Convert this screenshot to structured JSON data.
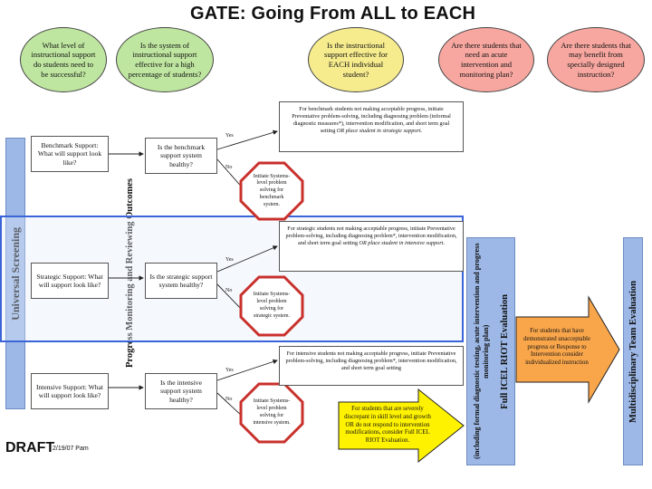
{
  "title": "GATE: Going From ALL to EACH",
  "questions": [
    {
      "text": "What level of instructional support do students need to be successful?",
      "color": "green"
    },
    {
      "text": "Is the system of instructional support effective for a high percentage of students?",
      "color": "green"
    },
    {
      "text": "Is the instructional support effective for EACH individual student?",
      "color": "yellow"
    },
    {
      "text": "Are there students that need an acute intervention and monitoring plan?",
      "color": "pink"
    },
    {
      "text": "Are there students that may benefit from specially designed instruction?",
      "color": "pink"
    }
  ],
  "left_bar": "Universal Screening",
  "mid_bar": "Progress Monitoring and Reviewing Outcomes",
  "right_bar_1": "Full ICEL RIOT Evaluation",
  "right_bar_2": "(including formal diagnostic testing, acute intervention and progress monitoring plan)",
  "right_bar_3": "Multidisciplinary Team Evaluation",
  "tiers": [
    {
      "support": "Benchmark Support: What will support look like?",
      "health": "Is the benchmark support system healthy?",
      "yes": "Yes",
      "no": "No",
      "octagon": "Initiate Systems-level problem solving for benchmark system.",
      "action_pre": "For benchmark students not making acceptable progress, initiate Preventative problem-solving, including diagnosing problem (informal diagnostic measures*), intervention modification, and short term goal setting ",
      "action_em": "OR place student in strategic support."
    },
    {
      "support": "Strategic Support: What will support look like?",
      "health": "Is the strategic support system healthy?",
      "yes": "Yes",
      "no": "No",
      "octagon": "Initiate Systems-level problem solving for strategic system.",
      "action_pre": "For strategic students not making acceptable progress, initiate Preventative problem-solving, including diagnosing problem*, intervention modification, and short term goal setting ",
      "action_em": "OR place student in intensive support."
    },
    {
      "support": "Intensive Support: What will support look like?",
      "health": "Is the intensive support system healthy?",
      "yes": "Yes",
      "no": "No",
      "octagon": "Initiate Systems-level problem solving for intensive system.",
      "action_pre": "For intensive students not making acceptable progress, initiate Preventative problem-solving, including diagnosing problem*, intervention modification, and short term goal setting",
      "action_em": ""
    }
  ],
  "yellow_arrow": "For students that are severely discrepant in skill level and growth OR do not respond to intervention modifications, consider Full ICEL RIOT Evaluation.",
  "orange_arrow": "For students that have demonstrated unacceptable progress or Response to Intervention consider individualized instruction",
  "draft": "DRAFT",
  "date": "2/19/07 Pam",
  "colors": {
    "green": "#bfe6a0",
    "yellow": "#f6ec8e",
    "pink": "#f7a7a0",
    "bar_blue": "#9db8e6",
    "octagon_red": "#e8413c",
    "arrow_yellow": "#fff200",
    "arrow_orange": "#f9a64b",
    "band_blue": "#3a64d8"
  }
}
